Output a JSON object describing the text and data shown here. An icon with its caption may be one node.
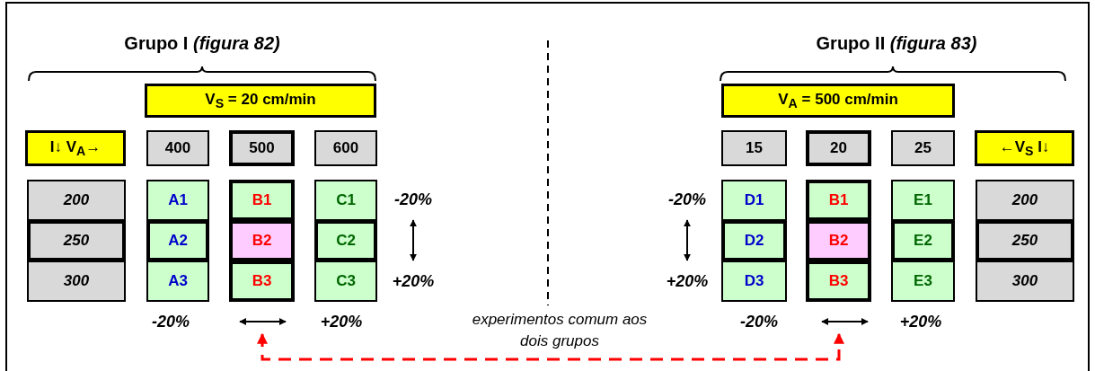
{
  "diagram": {
    "nodes": [
      {
        "text": [
          "V$_{S}$ = 20 cm/min"
        ]
      },
      {
        "text": [
          "I↓ V$_{A}$→"
        ]
      },
      {
        "text": [
          "400"
        ]
      },
      {
        "text": [
          "500"
        ]
      },
      {
        "text": [
          "600"
        ]
      },
      {
        "text": [
          "200"
        ]
      },
      {
        "text": [
          "A1"
        ]
      },
      {
        "text": [
          "B1"
        ]
      },
      {
        "text": [
          "C1"
        ]
      },
      {
        "text": [
          "250"
        ]
      },
      {
        "text": [
          "A2"
        ]
      },
      {
        "text": [
          "B2"
        ]
      },
      {
        "text": [
          "C2"
        ]
      },
      {
        "text": [
          "300"
        ]
      },
      {
        "text": [
          "A3"
        ]
      },
      {
        "text": [
          "B3"
        ]
      },
      {
        "text": [
          "C3"
        ]
      },
      {
        "text": [
          "V$_{A}$ = 500 cm/min"
        ]
      },
      {
        "text": [
          "15"
        ]
      },
      {
        "text": [
          "20"
        ]
      },
      {
        "text": [
          "25"
        ]
      },
      {
        "text": [
          "←V$_{S}$ I↓"
        ]
      },
      {
        "text": [
          "D1"
        ]
      },
      {
        "text": [
          "B1"
        ]
      },
      {
        "text": [
          "E1"
        ]
      },
      {
        "text": [
          "200"
        ]
      },
      {
        "text": [
          "D2"
        ]
      },
      {
        "text": [
          "B2"
        ]
      },
      {
        "text": [
          "E2"
        ]
      },
      {
        "text": [
          "250"
        ]
      },
      {
        "text": [
          "D3"
        ]
      },
      {
        "text": [
          "B3"
        ]
      },
      {
        "text": [
          "E3"
        ]
      },
      {
        "text": [
          "300"
        ]
      }
    ],
    "edges": [
      {
        "from": 15,
        "to": 31,
        "arrow": "both",
        "style": "dashed",
        "color": "#ff0000",
        "label": "experimentos comum aos dois grupos"
      }
    ],
    "labels": [
      "Grupo I *(figura 82)*",
      "Grupo II *(figura 83)*",
      "-20%",
      "-20%",
      "+20%",
      "+20%",
      "-20%",
      "+20%",
      "-20%",
      "+20%"
    ]
  }
}
